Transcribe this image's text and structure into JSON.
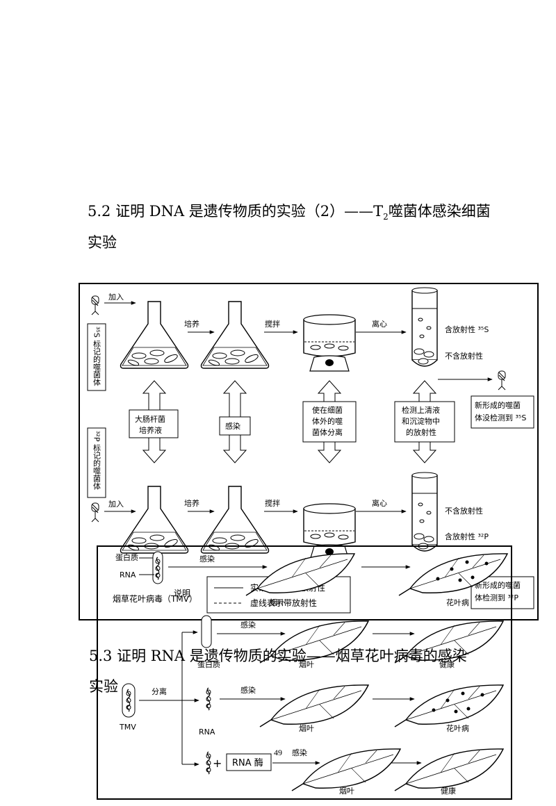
{
  "section_52": {
    "title_line1_pre": "5.2 证明 DNA 是遗传物质的实验（2）——T",
    "title_sub": "2",
    "title_line1_post": "噬菌体感染细菌",
    "title_line2": "实验"
  },
  "phage_exp": {
    "s35_label": "³⁵S 标记的噬菌体",
    "p32_label": "³²P 标记的噬菌体",
    "add_top": "加入",
    "add_bottom": "加入",
    "culture_top": "培养",
    "culture_bottom": "培养",
    "stir_top": "搅拌",
    "stir_bottom": "搅拌",
    "centrifuge_top": "离心",
    "centrifuge_bottom": "离心",
    "ecoli_line1": "大肠杆菌",
    "ecoli_line2": "培养液",
    "infect": "感染",
    "separate_line1": "使在细菌",
    "separate_line2": "体外的噬",
    "separate_line3": "菌体分离",
    "detect_line1": "检测上清液",
    "detect_line2": "和沉淀物中",
    "detect_line3": "的放射性",
    "top_radioactive": "含放射性 ³⁵S",
    "top_not_radioactive": "不含放射性",
    "bottom_not_radioactive": "不含放射性",
    "bottom_radioactive": "含放射性 ³²P",
    "new_phage_s_line1": "新形成的噬菌",
    "new_phage_s_line2": "体没检测到 ³⁵S",
    "new_phage_p_line1": "新形成的噬菌",
    "new_phage_p_line2": "体检测到 ³²P",
    "legend_title": "说明",
    "legend_solid": "实线表示不带放射性",
    "legend_dashed": "虚线表示带放射性"
  },
  "section_53": {
    "title_line1": "5.3 证明 RNA 是遗传物质的实验——烟草花叶病毒的感染",
    "title_line2": "实验"
  },
  "tmv_exp": {
    "protein_coat": "蛋白质",
    "rna": "RNA",
    "tmv_name": "烟草花叶病毒（TMV）",
    "infect_top": "感染",
    "leaf_top": "烟叶",
    "result_top": "花叶病",
    "tmv": "TMV",
    "separate": "分离",
    "protein": "蛋白质",
    "infect_protein": "感染",
    "leaf_protein": "烟叶",
    "healthy_protein": "健康",
    "rna_label": "RNA",
    "infect_rna": "感染",
    "leaf_rna": "烟叶",
    "result_rna": "花叶病",
    "plus": "+",
    "rnase": "RNA 酶",
    "infect_rnase": "感染",
    "leaf_rnase": "烟叶",
    "healthy_rnase": "健康"
  },
  "page_number": "49"
}
